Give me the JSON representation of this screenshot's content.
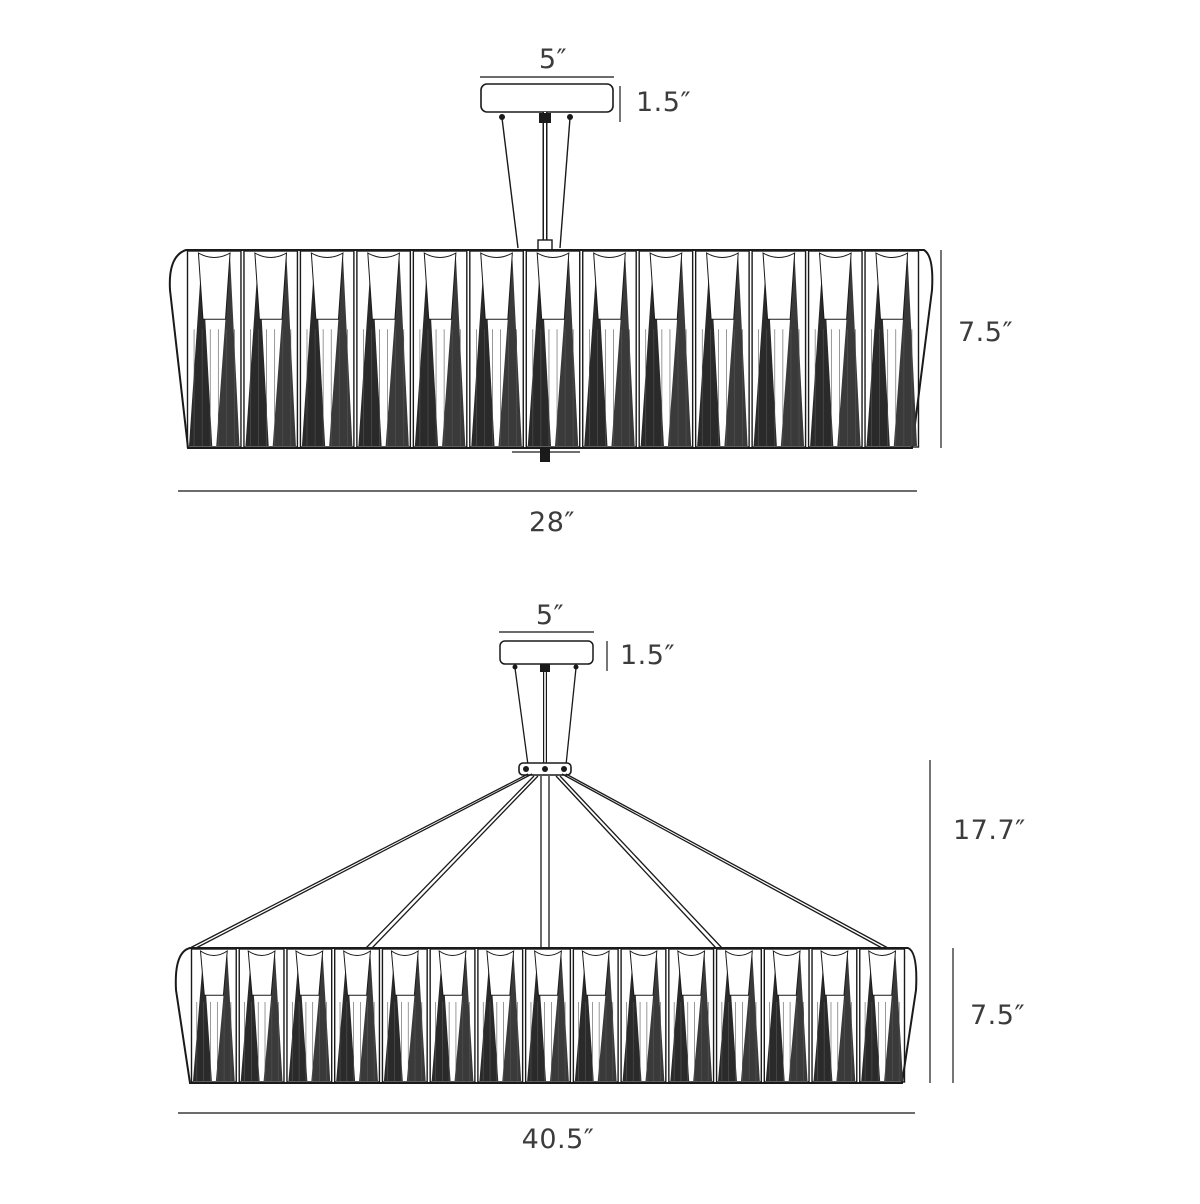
{
  "diagrams": [
    {
      "name": "flush-mount-version",
      "canopy_width": "5″",
      "canopy_height": "1.5″",
      "shade_height": "7.5″",
      "shade_width": "28″"
    },
    {
      "name": "pendant-version",
      "canopy_width": "5″",
      "canopy_height": "1.5″",
      "drop_height": "17.7″",
      "shade_height": "7.5″",
      "shade_width": "40.5″"
    }
  ],
  "colors": {
    "line": "#1a1a1a",
    "dimension": "#3c3c3c",
    "fill": "#2a2a2a",
    "background": "#ffffff"
  }
}
